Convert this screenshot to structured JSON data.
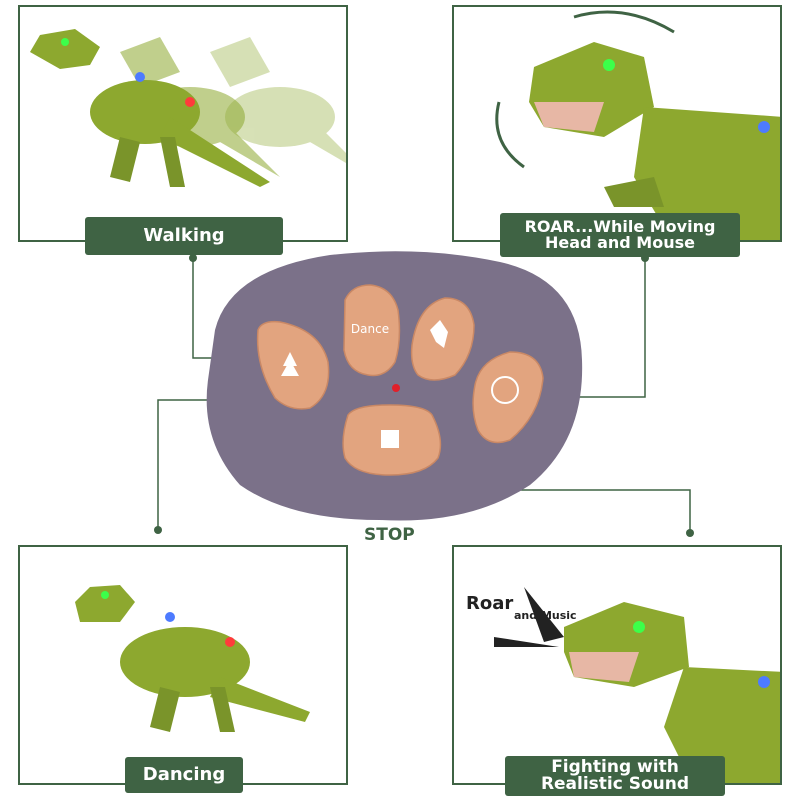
{
  "panels": {
    "walking": {
      "label": "Walking"
    },
    "roar": {
      "label_line1": "ROAR...While Moving",
      "label_line2": "Head and Mouse"
    },
    "dancing": {
      "label": "Dancing"
    },
    "fighting": {
      "label_line1": "Fighting with",
      "label_line2": "Realistic Sound",
      "sound_text": "Roar",
      "sound_text_small": "and Music"
    }
  },
  "remote": {
    "dance_button_label": "Dance",
    "stop_label": "STOP"
  },
  "colors": {
    "accent": "#3f6344",
    "remote_body": "#7b7189",
    "button": "#e2a47f",
    "dino": "#8da82f"
  }
}
